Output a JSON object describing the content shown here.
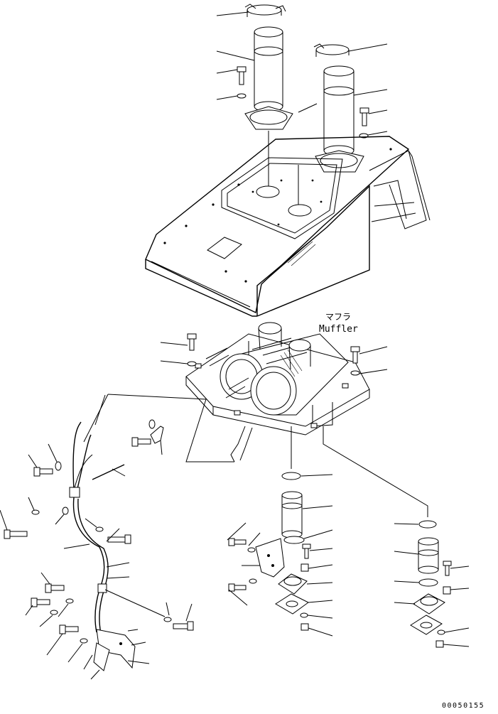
{
  "diagram": {
    "label_jp": "マフラ",
    "label_en": "Muffler",
    "drawing_number": "00050155"
  }
}
